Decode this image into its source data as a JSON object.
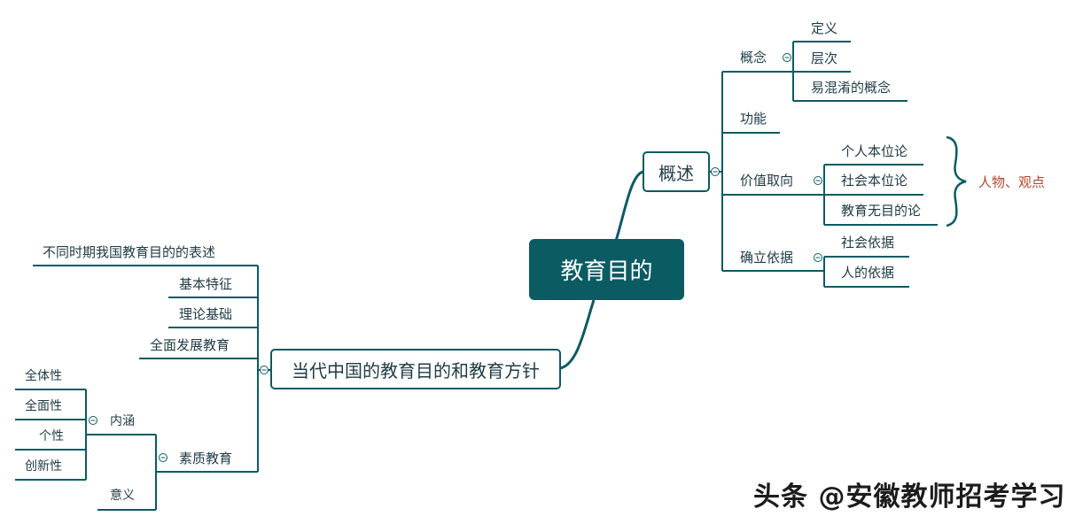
{
  "central": {
    "label": "教育目的"
  },
  "right": {
    "main": "概述",
    "concept": {
      "label": "概念",
      "children": [
        "定义",
        "层次",
        "易混淆的概念"
      ]
    },
    "function": {
      "label": "功能"
    },
    "value": {
      "label": "价值取向",
      "children": [
        "个人本位论",
        "社会本位论",
        "教育无目的论"
      ]
    },
    "basis": {
      "label": "确立依据",
      "children": [
        "社会依据",
        "人的依据"
      ]
    },
    "annotation": "人物、观点"
  },
  "left": {
    "main": "当代中国的教育目的和教育方针",
    "items": [
      "不同时期我国教育目的的表述",
      "基本特征",
      "理论基础",
      "全面发展教育"
    ],
    "quality": {
      "label": "素质教育",
      "connotation": {
        "label": "内涵",
        "children": [
          "全体性",
          "全面性",
          "个性",
          "创新性"
        ]
      },
      "meaning": "意义"
    }
  },
  "watermark": "头条 @安徽教师招考学习",
  "colors": {
    "primary": "#0b5b63",
    "annotation": "#b5462d"
  },
  "icons": {
    "collapse": "collapse-toggle-icon",
    "brace": "curly-brace-icon"
  }
}
